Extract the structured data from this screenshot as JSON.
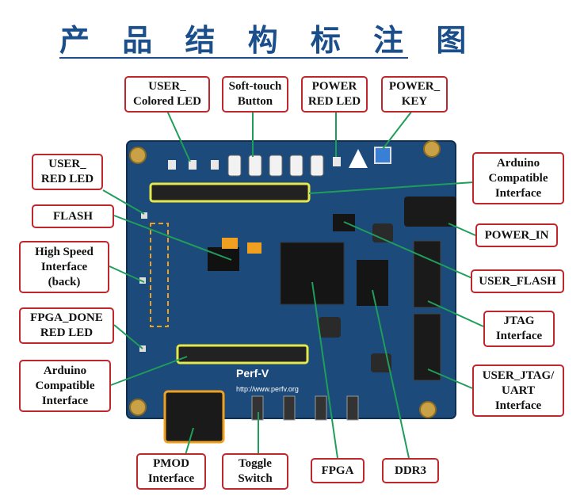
{
  "title": "产 品 结 构 标 注 图",
  "board": {
    "brand": "Perf-V",
    "url": "http://www.perfv.org"
  },
  "labels": {
    "user_colored_led": "USER_\nColored LED",
    "soft_touch_button": "Soft-touch\nButton",
    "power_red_led": "POWER\nRED LED",
    "power_key": "POWER_\nKEY",
    "user_red_led": "USER_\nRED LED",
    "arduino_top": "Arduino\nCompatible\nInterface",
    "flash": "FLASH",
    "power_in": "POWER_IN",
    "high_speed_interface": "High Speed\nInterface\n(back)",
    "user_flash": "USER_FLASH",
    "fpga_done_red_led": "FPGA_DONE\nRED LED",
    "jtag_interface": "JTAG\nInterface",
    "arduino_bottom": "Arduino\nCompatible\nInterface",
    "user_jtag_uart": "USER_JTAG/\nUART\nInterface",
    "pmod_interface": "PMOD\nInterface",
    "toggle_switch": "Toggle\nSwitch",
    "fpga": "FPGA",
    "ddr3": "DDR3"
  },
  "colors": {
    "title": "#1b4f8c",
    "label_border": "#c0262c",
    "leader": "#1f9e5a",
    "pcb": "#1c4a7a",
    "header_outline": "#e4e84a"
  }
}
